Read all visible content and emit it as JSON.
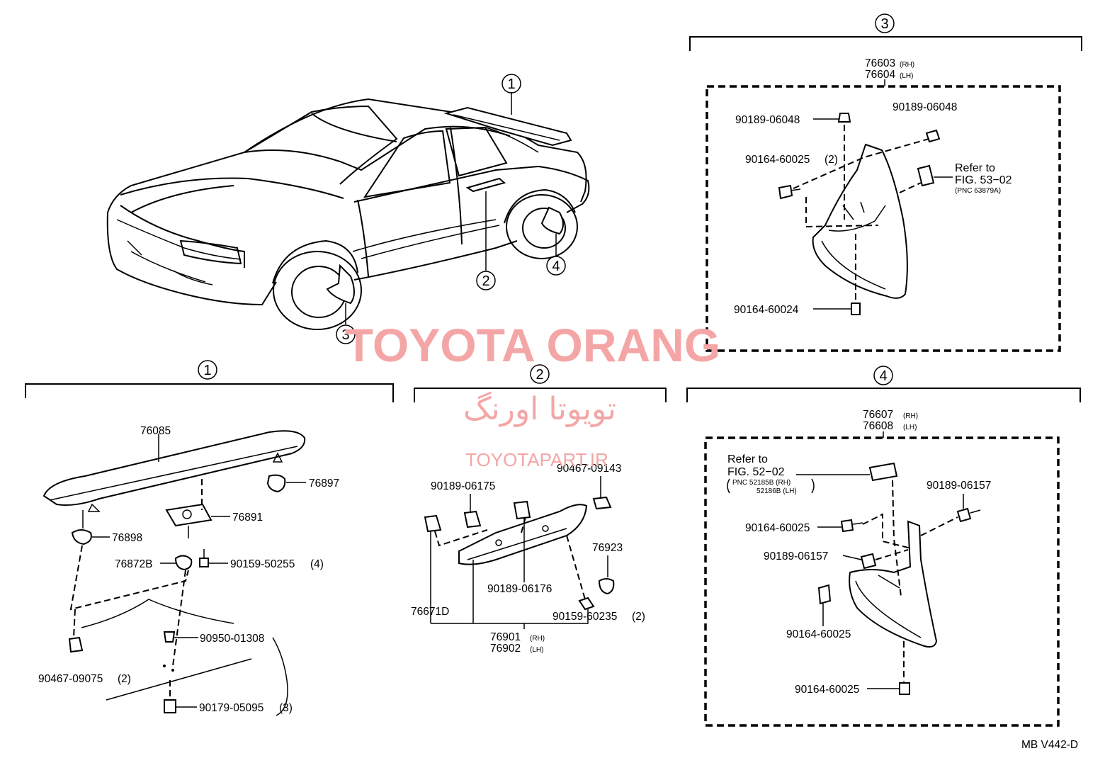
{
  "callouts": {
    "c1": "1",
    "c2": "2",
    "c3": "3",
    "c4": "4"
  },
  "sections": {
    "s1": {
      "number": "1"
    },
    "s2": {
      "number": "2"
    },
    "s3": {
      "number": "3"
    },
    "s4": {
      "number": "4"
    }
  },
  "parts": {
    "p76085": "76085",
    "p76897": "76897",
    "p76891": "76891",
    "p76898": "76898",
    "p76872B": "76872B",
    "p90159_50255": "90159-50255",
    "p90159_50255_qty": "(4)",
    "p90950_01308": "90950-01308",
    "p90467_09075": "90467-09075",
    "p90467_09075_qty": "(2)",
    "p90179_05095": "90179-05095",
    "p90179_05095_qty": "(3)",
    "p90467_09143": "90467-09143",
    "p90189_06175": "90189-06175",
    "p76923": "76923",
    "p90189_06176": "90189-06176",
    "p76671D": "76671D",
    "p90159_60235": "90159-60235",
    "p90159_60235_qty": "(2)",
    "p76901": "76901",
    "p76901_side": "(RH)",
    "p76902": "76902",
    "p76902_side": "(LH)",
    "p76603": "76603",
    "p76603_side": "(RH)",
    "p76604": "76604",
    "p76604_side": "(LH)",
    "p90189_06048_a": "90189-06048",
    "p90189_06048_b": "90189-06048",
    "p90164_60025_s3": "90164-60025",
    "p90164_60025_s3_qty": "(2)",
    "p90164_60024": "90164-60024",
    "p76607": "76607",
    "p76607_side": "(RH)",
    "p76608": "76608",
    "p76608_side": "(LH)",
    "p90189_06157_a": "90189-06157",
    "p90164_60025_a": "90164-60025",
    "p90189_06157_b": "90189-06157",
    "p90164_60025_b": "90164-60025",
    "p90164_60025_c": "90164-60025"
  },
  "refs": {
    "r3_line1": "Refer to",
    "r3_line2": "FIG. 53−02",
    "r3_line3": "(PNC 63879A)",
    "r4_line1": "Refer to",
    "r4_line2": "FIG. 52−02",
    "r4_line3": "PNC 52185B (RH)",
    "r4_line4": "52186B (LH)"
  },
  "watermark": {
    "line1": "TOYOTA ORANG",
    "line2": "تویوتا اورنگ",
    "line3": "TOYOTAPART.IR"
  },
  "figure_code": "MB V442-D"
}
